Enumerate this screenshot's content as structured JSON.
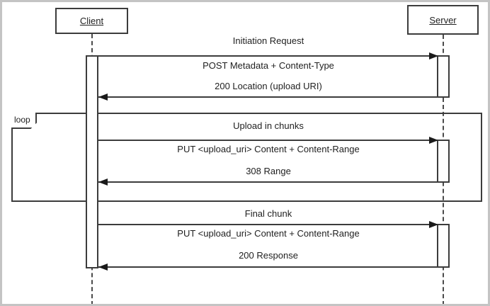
{
  "participants": {
    "client": "Client",
    "server": "Server"
  },
  "loop_fragment": {
    "operator": "loop"
  },
  "sections": [
    {
      "title": "Initiation Request",
      "request": "POST Metadata + Content-Type",
      "response": "200 Location (upload URI)"
    },
    {
      "title": "Upload in chunks",
      "request": "PUT <upload_uri> Content + Content-Range",
      "response": "308 Range"
    },
    {
      "title": "Final chunk",
      "request": "PUT <upload_uri> Content + Content-Range",
      "response": "200 Response"
    }
  ],
  "colors": {
    "line": "#3c3c3c",
    "text": "#1f1f1f",
    "background": "#ffffff",
    "page_border": "#c4c4c4"
  }
}
